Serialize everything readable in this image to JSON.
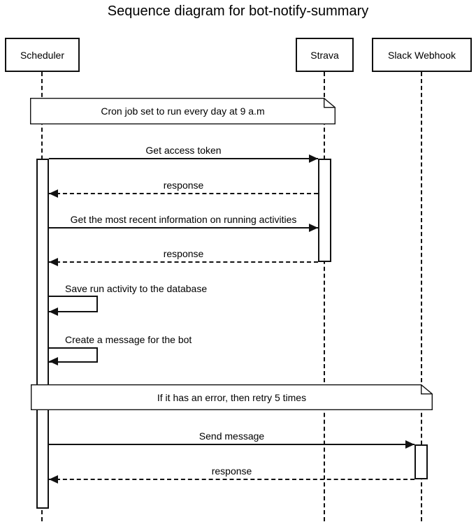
{
  "title": "Sequence diagram for bot-notify-summary",
  "actors": [
    {
      "name": "Scheduler"
    },
    {
      "name": "Strava"
    },
    {
      "name": "Slack Webhook"
    }
  ],
  "notes": [
    {
      "text": "Cron job set to run every day at 9 a.m",
      "over": "Scheduler, Strava"
    },
    {
      "text": "If it has an error, then retry 5 times",
      "over": "Scheduler, Slack Webhook"
    }
  ],
  "messages": [
    {
      "label": "Get access token",
      "from": "Scheduler",
      "to": "Strava",
      "style": "solid"
    },
    {
      "label": "response",
      "from": "Strava",
      "to": "Scheduler",
      "style": "dashed"
    },
    {
      "label": "Get the most recent information on running activities",
      "from": "Scheduler",
      "to": "Strava",
      "style": "solid"
    },
    {
      "label": "response",
      "from": "Strava",
      "to": "Scheduler",
      "style": "dashed"
    },
    {
      "label": "Save run activity to the database",
      "from": "Scheduler",
      "to": "Scheduler",
      "style": "self"
    },
    {
      "label": "Create a message for the bot",
      "from": "Scheduler",
      "to": "Scheduler",
      "style": "self"
    },
    {
      "label": "Send message",
      "from": "Scheduler",
      "to": "Slack Webhook",
      "style": "solid"
    },
    {
      "label": "response",
      "from": "Slack Webhook",
      "to": "Scheduler",
      "style": "dashed"
    }
  ],
  "colors": {
    "stroke": "#111111",
    "fill": "#ffffff",
    "text": "#000000",
    "background": "#ffffff"
  }
}
